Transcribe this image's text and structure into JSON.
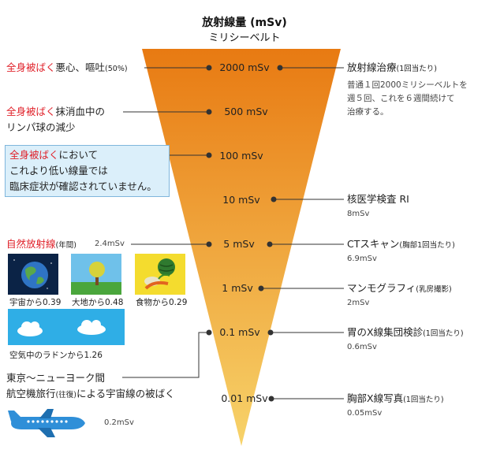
{
  "title": {
    "line1": "放射線量 (mSv)",
    "line2": "ミリシーベルト"
  },
  "levels": [
    "2000 mSv",
    "500 mSv",
    "100 mSv",
    "10 mSv",
    "5 mSv",
    "1 mSv",
    "0.1 mSv",
    "0.01 mSv"
  ],
  "left": {
    "item1": {
      "highlight": "全身被ばく",
      "text": "悪心、嘔吐",
      "note": "(50%)"
    },
    "item2": {
      "highlight": "全身被ばく",
      "text1": "抹消血中の",
      "text2": "リンパ球の減少"
    },
    "box": {
      "highlight": "全身被ばく",
      "text1": "において",
      "text2": "これより低い線量では",
      "text3": "臨床症状が確認されていません。"
    },
    "natural": {
      "label": "自然放射線",
      "note": "(年間)",
      "value": "2.4mSv"
    },
    "photos": [
      {
        "caption": "宇宙から0.39"
      },
      {
        "caption": "大地から0.48"
      },
      {
        "caption": "食物から0.29"
      },
      {
        "caption": "空気中のラドンから1.26"
      }
    ],
    "flight": {
      "line1": "東京～ニューヨーク間",
      "line2a": "航空機旅行",
      "line2b": "(往復)",
      "line2c": "による宇宙線の被ばく",
      "value": "0.2mSv"
    }
  },
  "right": [
    {
      "label": "放射線治療",
      "note": "(1回当たり)",
      "desc1": "普通１回2000ミリシーベルトを",
      "desc2": "週５回、これを６週間続けて",
      "desc3": "治療する。"
    },
    {
      "label": "核医学検査 RI",
      "value": "8mSv"
    },
    {
      "label": "CTスキャン",
      "note": "(胸部1回当たり)",
      "value": "6.9mSv"
    },
    {
      "label": "マンモグラフィ",
      "note": "(乳房撮影)",
      "value": "2mSv"
    },
    {
      "label": "胃のX線集団検診",
      "note": "(1回当たり)",
      "value": "0.6mSv"
    },
    {
      "label": "胸部X線写真",
      "note": "(1回当たり)",
      "value": "0.05mSv"
    }
  ],
  "colors": {
    "cone_top": "#e87a12",
    "cone_bottom": "#f7d36a",
    "highlight": "#e0212a",
    "box_fill": "#dbeffa"
  }
}
